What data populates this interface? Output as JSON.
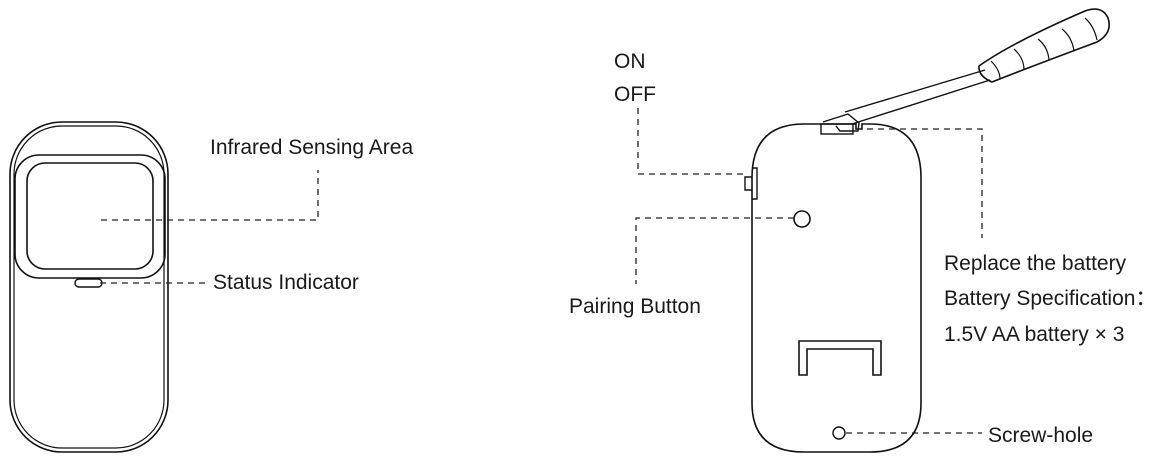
{
  "labels": {
    "infrared_sensing_area": "Infrared Sensing Area",
    "status_indicator": "Status Indicator",
    "switch_on": "ON",
    "switch_off": "OFF",
    "pairing_button": "Pairing Button",
    "replace_battery": "Replace the battery",
    "battery_spec_title": "Battery Specification：",
    "battery_spec_value": "1.5V AA battery × 3",
    "screw_hole": "Screw-hole"
  }
}
